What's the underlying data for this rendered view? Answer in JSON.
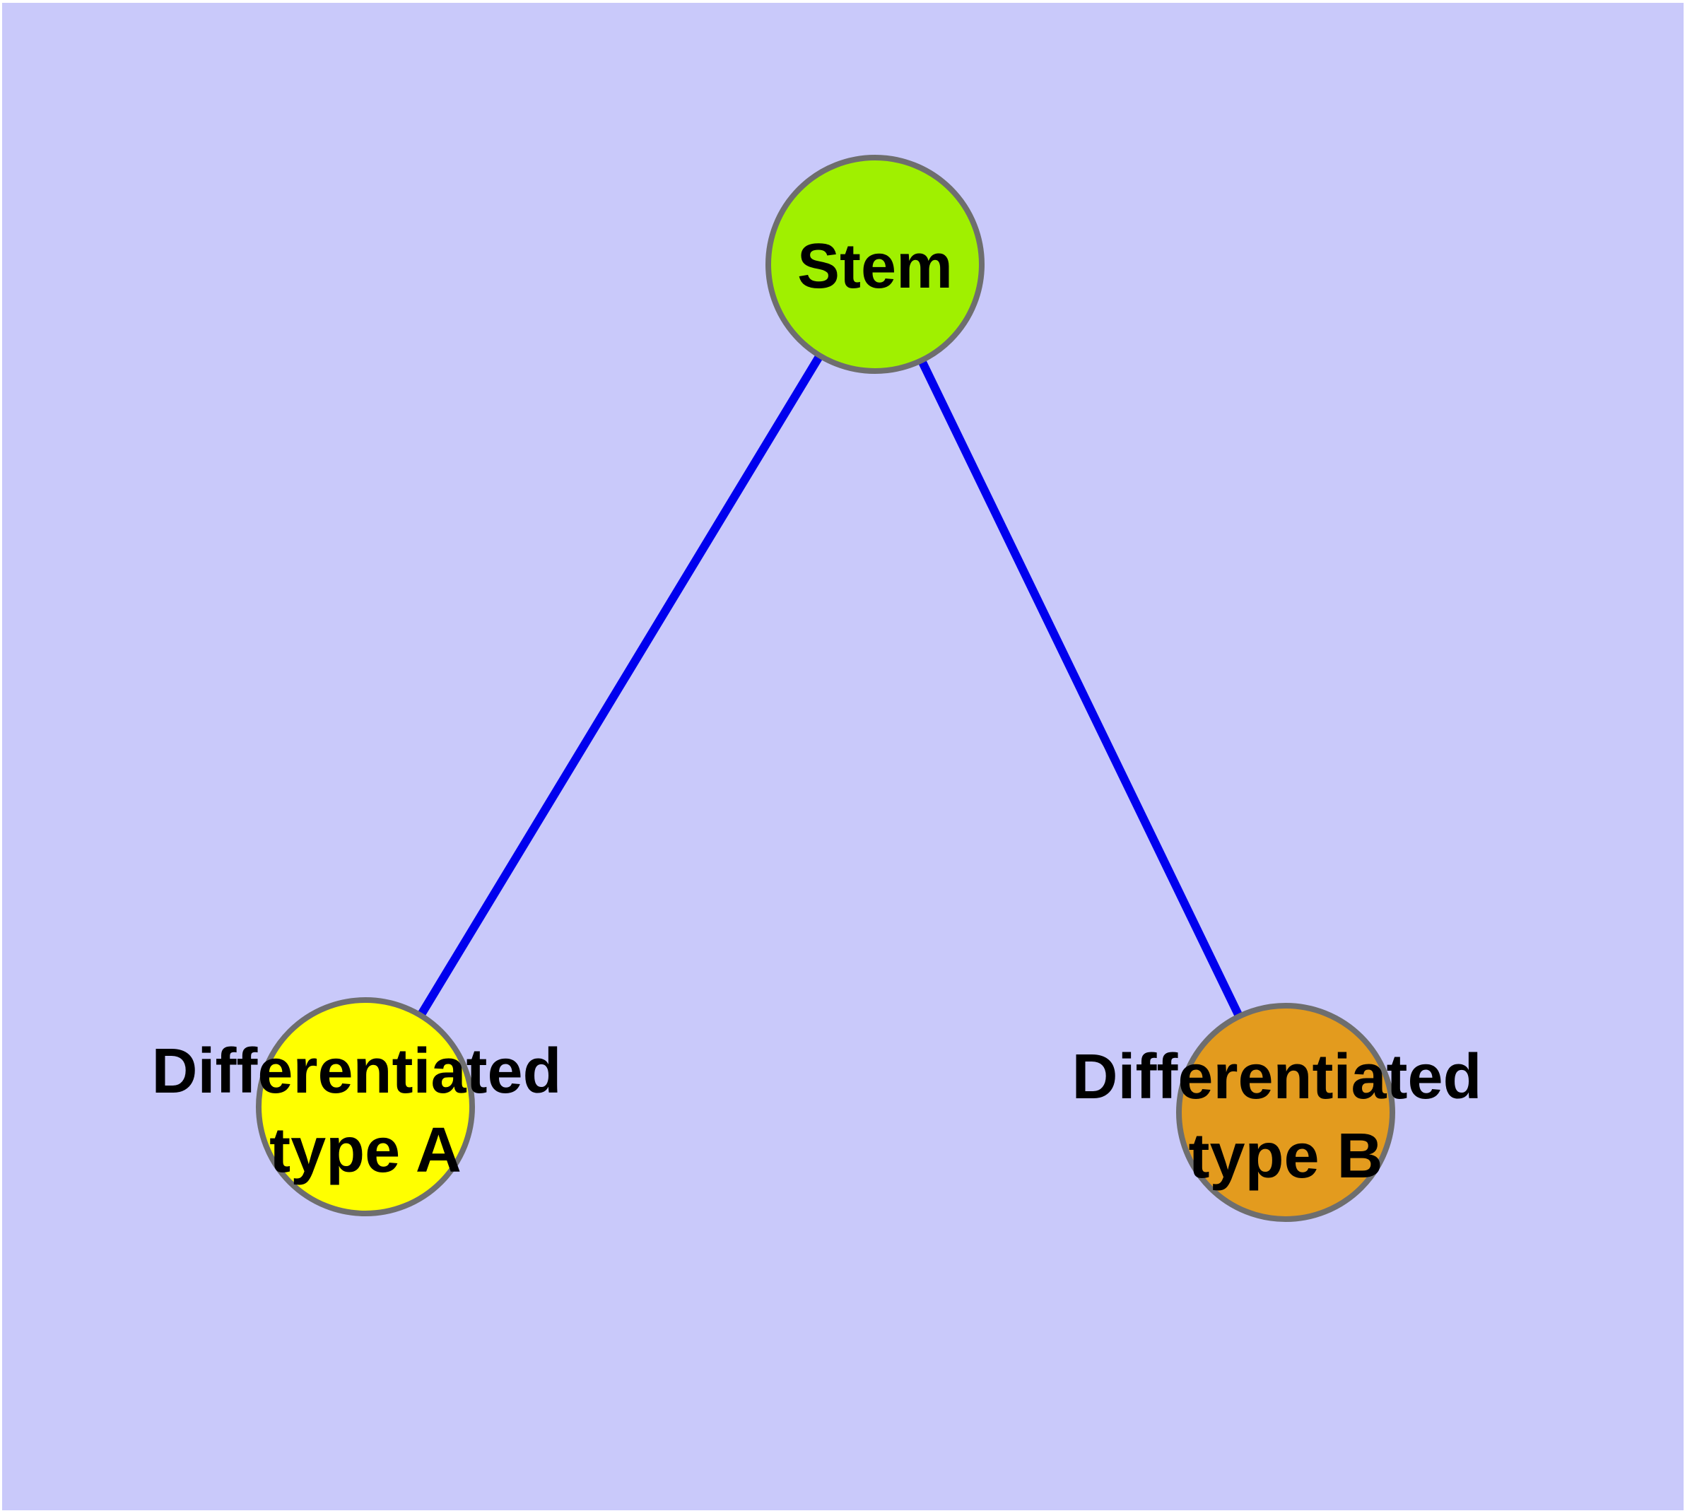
{
  "canvas": {
    "frame_color": "#ffffff",
    "background_color": "#c9c9fa"
  },
  "colors": {
    "edge": "#0000ee",
    "node_border": "#6e6e6e",
    "label": "#000000"
  },
  "nodes": [
    {
      "id": "stem",
      "label_lines": [
        "Stem"
      ],
      "fill": "#a0f000"
    },
    {
      "id": "diff-a",
      "label_lines": [
        "Differentiated",
        "type A"
      ],
      "fill": "#ffff00"
    },
    {
      "id": "diff-b",
      "label_lines": [
        "Differentiated",
        "type B"
      ],
      "fill": "#e39b1e"
    }
  ],
  "edges": [
    {
      "from": "stem",
      "to": "diff-a"
    },
    {
      "from": "stem",
      "to": "diff-b"
    }
  ]
}
